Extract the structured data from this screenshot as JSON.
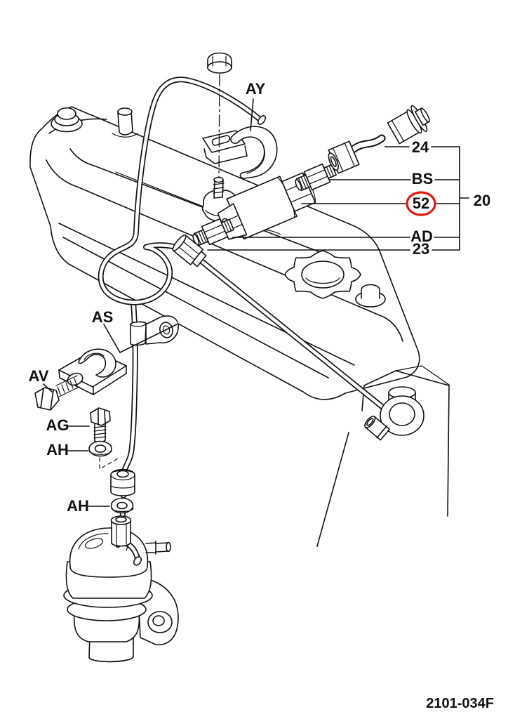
{
  "labels": {
    "ay": "AY",
    "as": "AS",
    "av": "AV",
    "ag": "AG",
    "ah_upper": "AH",
    "ah_lower": "AH",
    "hose_24": "24",
    "bs": "BS",
    "part_52": "52",
    "group_20": "20",
    "ad": "AD",
    "pipe_23": "23"
  },
  "footer": {
    "drawing_number": "2101-034F"
  },
  "colors": {
    "line": "#111111",
    "highlight": "#e8140c",
    "background": "#ffffff"
  },
  "highlighted_callout": "52"
}
